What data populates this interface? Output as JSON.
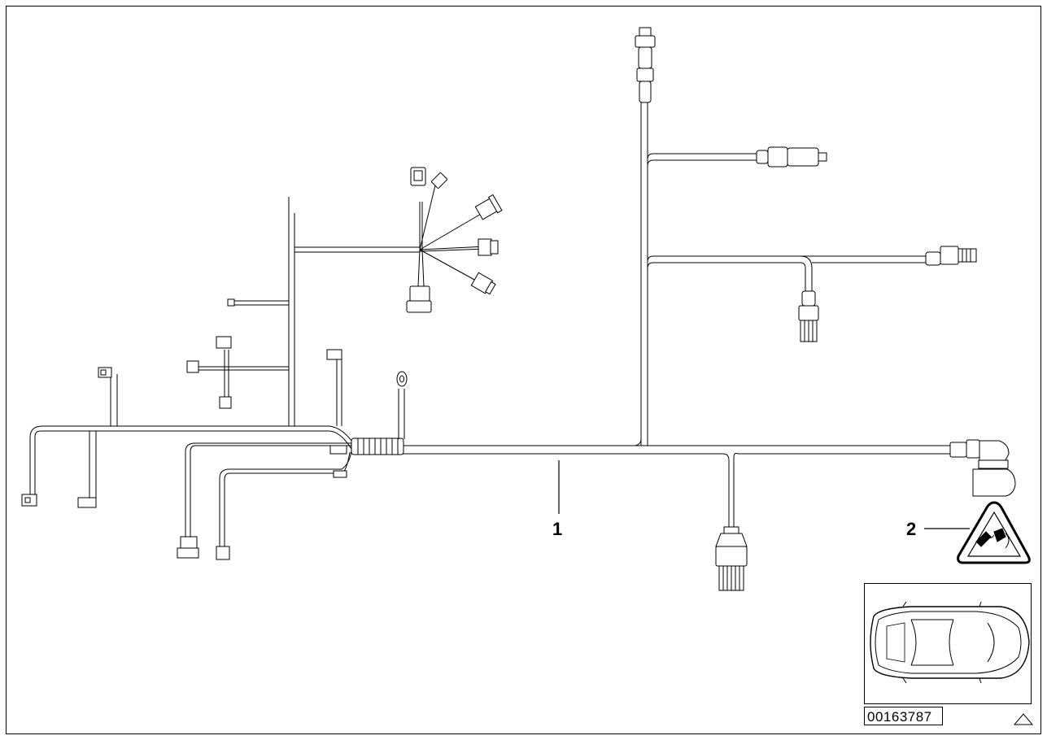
{
  "callouts": [
    {
      "id": "1",
      "label": "1"
    },
    {
      "id": "2",
      "label": "2"
    }
  ],
  "document_number": "00163787",
  "icons": {
    "warning_symbol": "triangle-connector-warning-icon",
    "vehicle_locator": "car-top-view-icon",
    "corner_marker": "triangle-marker-icon"
  }
}
